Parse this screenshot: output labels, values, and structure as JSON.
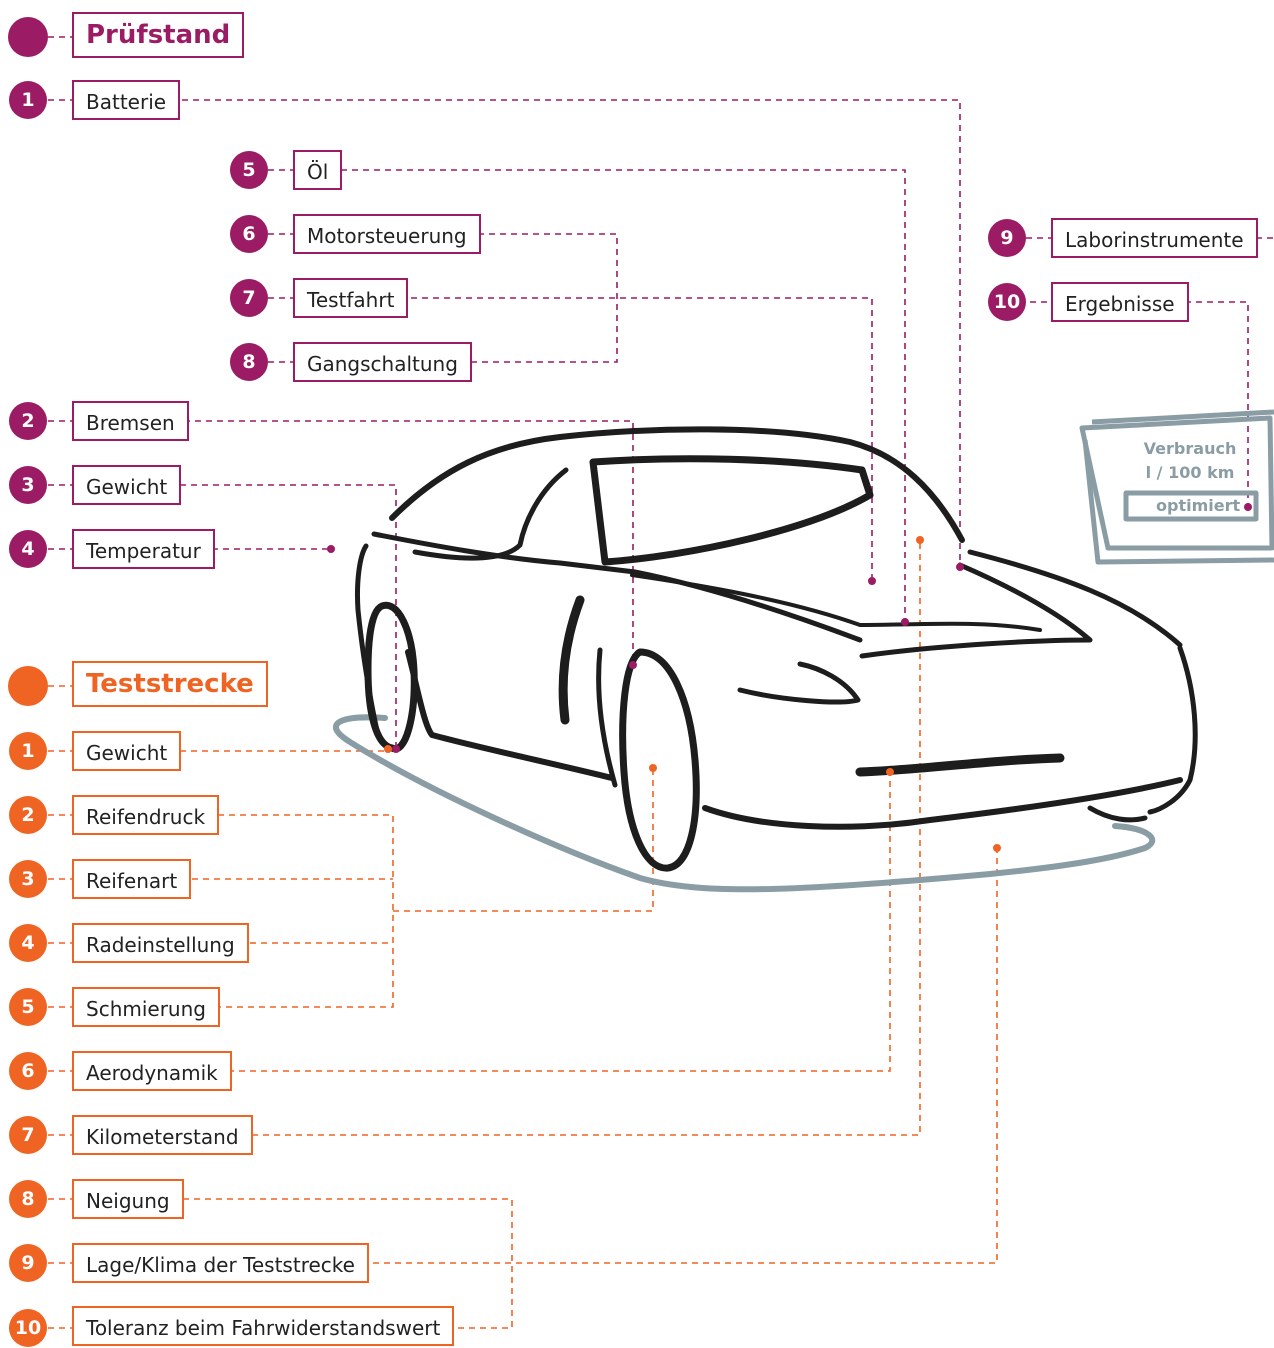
{
  "pruefstand": {
    "title": "Prüfstand",
    "color": "#9b1c64",
    "items": [
      {
        "num": "1",
        "label": "Batterie"
      },
      {
        "num": "2",
        "label": "Bremsen"
      },
      {
        "num": "3",
        "label": "Gewicht"
      },
      {
        "num": "4",
        "label": "Temperatur"
      },
      {
        "num": "5",
        "label": "Öl"
      },
      {
        "num": "6",
        "label": "Motorsteuerung"
      },
      {
        "num": "7",
        "label": "Testfahrt"
      },
      {
        "num": "8",
        "label": "Gangschaltung"
      },
      {
        "num": "9",
        "label": "Laborinstrumente"
      },
      {
        "num": "10",
        "label": "Ergebnisse"
      }
    ]
  },
  "teststrecke": {
    "title": "Teststrecke",
    "color": "#f06423",
    "items": [
      {
        "num": "1",
        "label": "Gewicht"
      },
      {
        "num": "2",
        "label": "Reifendruck"
      },
      {
        "num": "3",
        "label": "Reifenart"
      },
      {
        "num": "4",
        "label": "Radeinstellung"
      },
      {
        "num": "5",
        "label": "Schmierung"
      },
      {
        "num": "6",
        "label": "Aerodynamik"
      },
      {
        "num": "7",
        "label": "Kilometerstand"
      },
      {
        "num": "8",
        "label": "Neigung"
      },
      {
        "num": "9",
        "label": "Lage/Klima der Teststrecke"
      },
      {
        "num": "10",
        "label": "Toleranz beim Fahrwiderstandswert"
      }
    ]
  },
  "result_card": {
    "line1": "Verbrauch",
    "line2": "l / 100 km",
    "badge": "optimiert",
    "color": "#8a9ca4"
  }
}
